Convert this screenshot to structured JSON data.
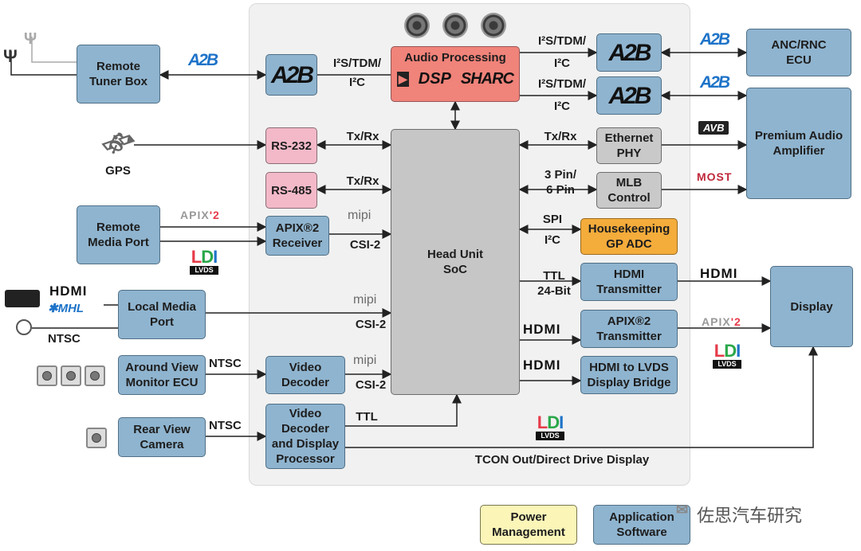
{
  "blocks": {
    "remote_tuner_box": "Remote\nTuner Box",
    "a2b": "A2B",
    "audio_processing": "Audio Processing",
    "dsp": "DSP",
    "sharc": "SHARC",
    "rs232": "RS-232",
    "rs485": "RS-485",
    "apix_receiver": "APIX®2\nReceiver",
    "remote_media_port": "Remote\nMedia Port",
    "local_media_port": "Local Media\nPort",
    "around_view_monitor_ecu": "Around View\nMonitor ECU",
    "video_decoder": "Video\nDecoder",
    "rear_view_camera": "Rear View\nCamera",
    "video_decoder_display_processor": "Video\nDecoder\nand Display\nProcessor",
    "head_unit_soc": "Head Unit\nSoC",
    "anc_rnc_ecu": "ANC/RNC\nECU",
    "premium_audio_amplifier": "Premium Audio\nAmplifier",
    "ethernet_phy": "Ethernet\nPHY",
    "mlb_control": "MLB\nControl",
    "housekeeping_gp_adc": "Housekeeping\nGP ADC",
    "hdmi_transmitter": "HDMI\nTransmitter",
    "apix_transmitter": "APIX®2\nTransmitter",
    "hdmi_to_lvds_bridge": "HDMI to LVDS\nDisplay Bridge",
    "display": "Display",
    "power_management": "Power\nManagement",
    "application_software": "Application\nSoftware"
  },
  "labels": {
    "gps": "GPS",
    "ntsc": "NTSC",
    "i2s_tdm": "I²S/TDM/",
    "i2c": "I²C",
    "tx_rx": "Tx/Rx",
    "csi2": "CSI-2",
    "ttl": "TTL",
    "ttl_24bit": "TTL\n24-Bit",
    "three_pin_six_pin": "3 Pin/\n6 Pin",
    "spi": "SPI",
    "tcon_out": "TCON Out/Direct Drive Display",
    "watermark": "佐思汽车研究"
  },
  "logos": {
    "hdmi": "HDMI",
    "mhl": "MHL",
    "mipi": "mipi",
    "apix": "APIX",
    "apix_num": "2",
    "ldi": "LDI",
    "lvds": "LVDS",
    "avb": "AVB",
    "most": "MOST",
    "a2b": "A2B"
  },
  "colors": {
    "block_blue": "#8fb4cf",
    "interface_pink": "#f3b9c9",
    "audio_salmon": "#f0837a",
    "housekeeping_orange": "#f4ac3b",
    "power_yellow": "#fbf5b8"
  }
}
